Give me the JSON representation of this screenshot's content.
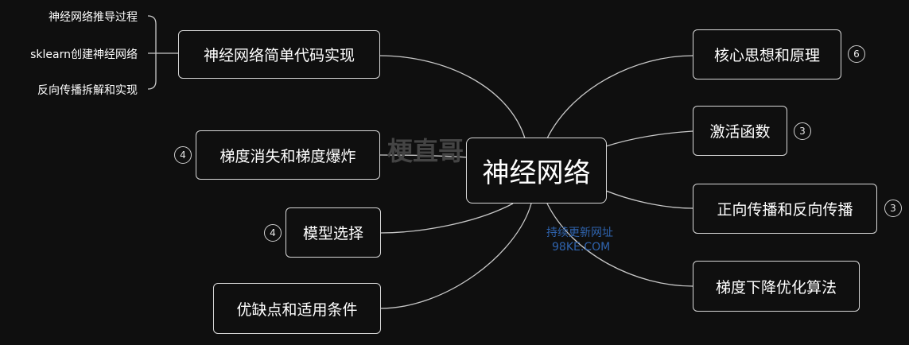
{
  "mindmap": {
    "root": {
      "label": "神经网络"
    },
    "left": [
      {
        "label": "神经网络简单代码实现",
        "badge": "",
        "children": [
          "神经网络推导过程",
          "sklearn创建神经网络",
          "反向传播拆解和实现"
        ]
      },
      {
        "label": "梯度消失和梯度爆炸",
        "badge": "4"
      },
      {
        "label": "模型选择",
        "badge": "4"
      },
      {
        "label": "优缺点和适用条件",
        "badge": ""
      }
    ],
    "right": [
      {
        "label": "核心思想和原理",
        "badge": "6"
      },
      {
        "label": "激活函数",
        "badge": "3"
      },
      {
        "label": "正向传播和反向传播",
        "badge": "3"
      },
      {
        "label": "梯度下降优化算法",
        "badge": ""
      }
    ]
  },
  "watermarks": {
    "main": "梗直哥",
    "line1": "持续更新网址",
    "line2": "98KE.COM"
  },
  "colors": {
    "background": "#0f0f0f",
    "node_border": "#d8d8d8",
    "link": "#c8c8c8",
    "watermark_blue": "#2f63ad"
  }
}
